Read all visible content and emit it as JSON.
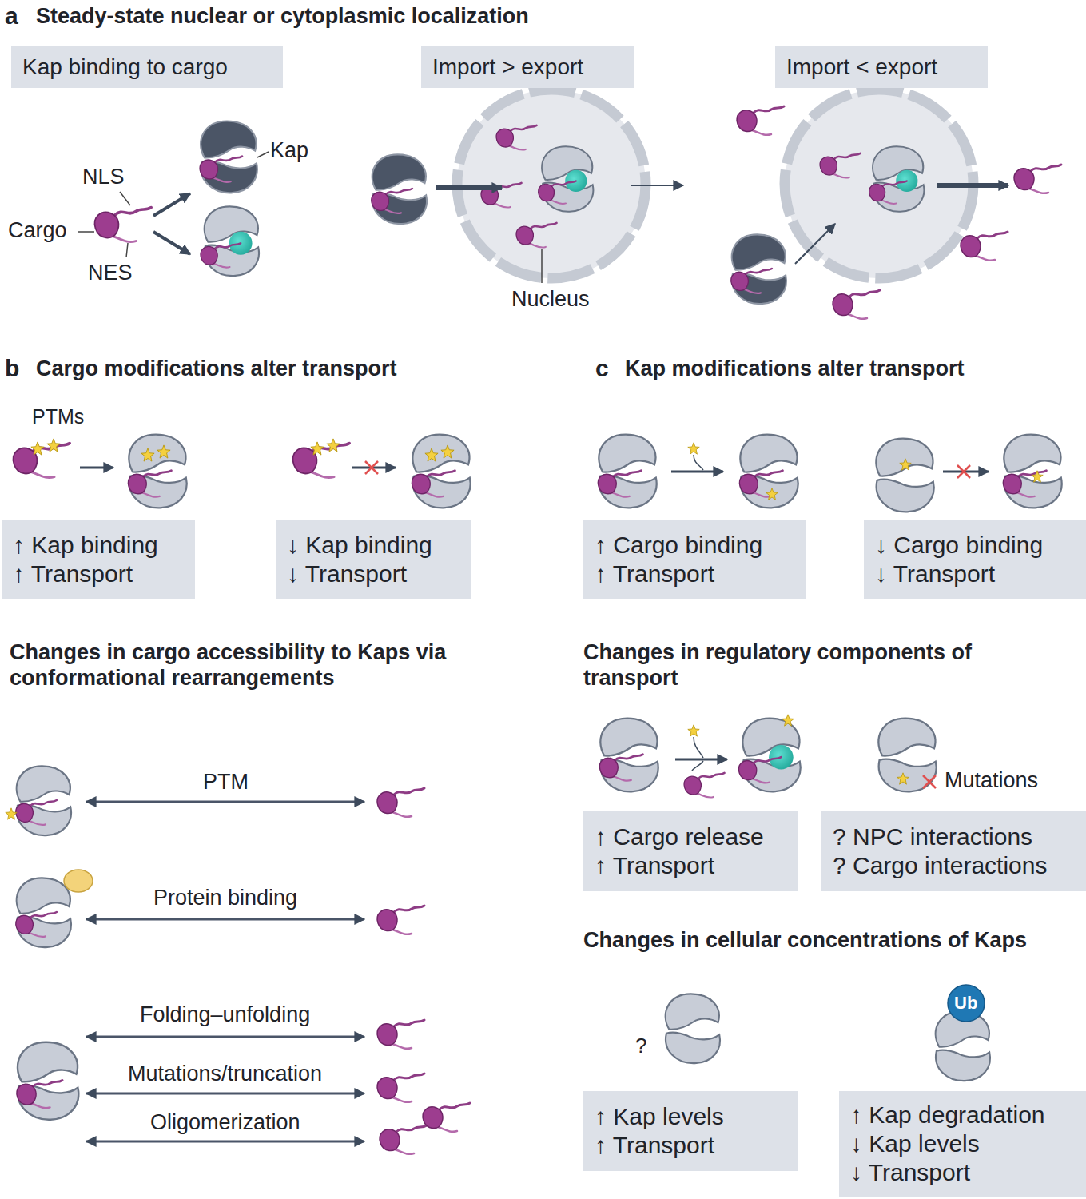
{
  "diagram": {
    "nodes": [
      {
        "text": [
          "Kap binding to cargo"
        ]
      },
      {
        "text": [
          "Import > export"
        ]
      },
      {
        "text": [
          "Import < export"
        ]
      },
      {
        "text": [
          "↑ Kap binding",
          "↑ Transport"
        ]
      },
      {
        "text": [
          "↓ Kap binding",
          "↓ Transport"
        ]
      },
      {
        "text": [
          "↑ Cargo binding",
          "↑ Transport"
        ]
      },
      {
        "text": [
          "↓ Cargo binding",
          "↓ Transport"
        ]
      },
      {
        "text": [
          "↑ Cargo release",
          "↑ Transport"
        ]
      },
      {
        "text": [
          "? NPC interactions",
          "? Cargo interactions"
        ]
      },
      {
        "text": [
          "↑ Kap levels",
          "↑ Transport"
        ]
      },
      {
        "text": [
          "↑ Kap degradation",
          "↓ Kap levels",
          "↓ Transport"
        ]
      }
    ],
    "labels": [
      "a",
      "Steady-state nuclear or cytoplasmic localization",
      "NLS",
      "Kap",
      "Cargo",
      "NES",
      "Nucleus",
      "b",
      "Cargo modifications alter transport",
      "PTMs",
      "Changes in cargo accessibility to Kaps via conformational rearrangements",
      "PTM",
      "Protein binding",
      "Folding–unfolding",
      "Mutations/truncation",
      "Oligomerization",
      "c",
      "Kap modifications alter transport",
      "Changes in regulatory components of transport",
      "Mutations",
      "Changes in cellular concentrations of Kaps",
      "?",
      "Ub"
    ]
  }
}
